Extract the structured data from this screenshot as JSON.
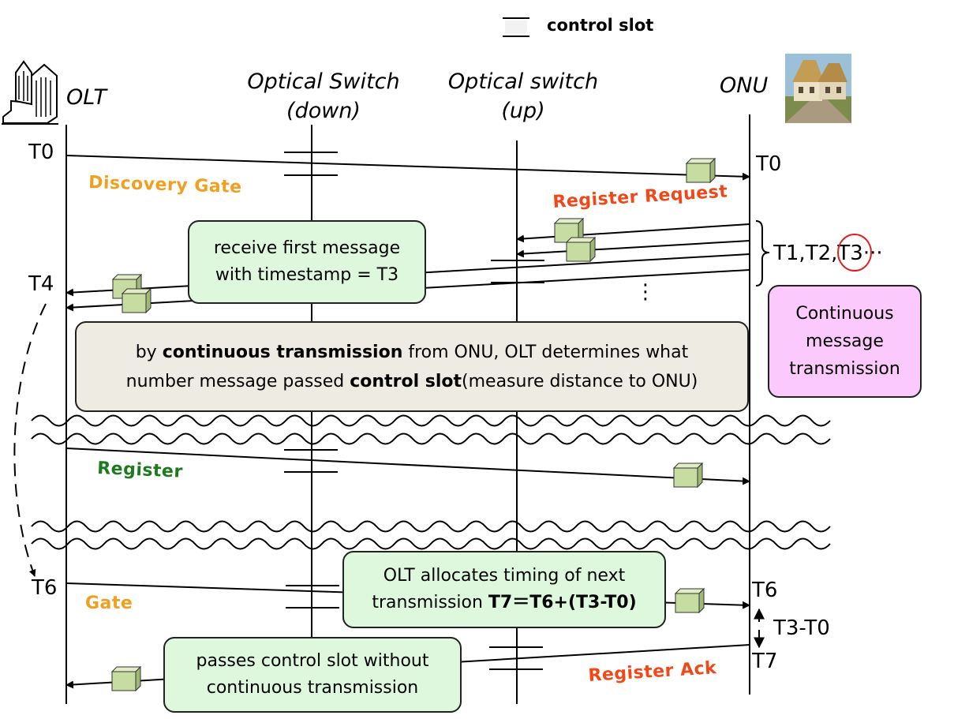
{
  "legend": {
    "label": "control slot"
  },
  "lanes": {
    "olt": "OLT",
    "switch_down": [
      "Optical Switch",
      "(down)"
    ],
    "switch_up": [
      "Optical switch",
      "(up)"
    ],
    "onu": "ONU"
  },
  "times": {
    "olt_t0": "T0",
    "onu_t0": "T0",
    "t4": "T4",
    "t6_left": "T6",
    "t6_right": "T6",
    "t7": "T7",
    "t3_t0": "T3-T0",
    "t_seq_prefix": "T1,T2,",
    "t_seq_t3": "T3",
    "t_seq_dots": "···",
    "vdots": "⋮"
  },
  "messages": {
    "discovery_gate": "Discovery Gate",
    "register_request": "Register Request",
    "register": "Register",
    "gate": "Gate",
    "register_ack": "Register Ack"
  },
  "boxes": {
    "receive_first": [
      "receive first message",
      "with timestamp = T3"
    ],
    "continuous_note": {
      "l1_a": "by ",
      "l1_b": "continuous transmission",
      "l1_c": " from ONU, OLT determines what",
      "l2_a": "number message passed ",
      "l2_b": "control slot",
      "l2_c": "(measure distance to ONU)"
    },
    "continuous_side": [
      "Continuous",
      "message",
      "transmission"
    ],
    "allocates": {
      "l1": "OLT allocates timing of next",
      "l2_a": "transmission ",
      "l2_b": "T7＝T6+(T3-T0)"
    },
    "passes": [
      "passes control slot without",
      "continuous transmission"
    ]
  },
  "colors": {
    "gate_orange": "#f0a020",
    "request_red": "#f04818",
    "register_green": "#1e7a1e",
    "packet_fill": "#c6dca0",
    "note_green": "#ddf8dd",
    "note_grey": "#eeebe3",
    "note_pink": "#fbc9fb"
  },
  "icons": {
    "olt": "building-icon",
    "onu": "houses-icon"
  }
}
